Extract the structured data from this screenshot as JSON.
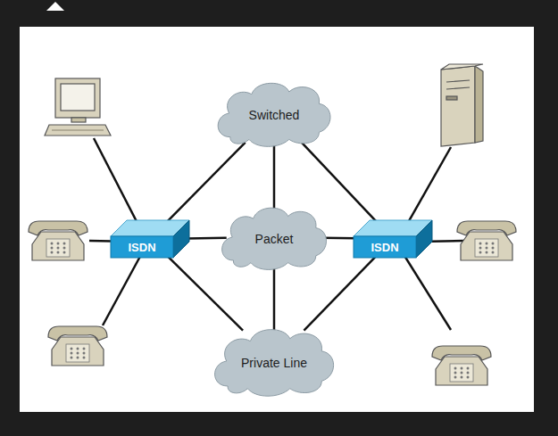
{
  "diagram": {
    "nodes": [
      {
        "text": [
          "Switched"
        ]
      },
      {
        "text": [
          "ISDN"
        ]
      },
      {
        "text": [
          "Packet"
        ]
      },
      {
        "text": [
          "ISDN"
        ]
      },
      {
        "text": [
          "Private Line"
        ]
      }
    ],
    "edges": [
      {
        "from": 1,
        "to": 0,
        "arrow": "none"
      },
      {
        "from": 1,
        "to": 2,
        "arrow": "none"
      },
      {
        "from": 1,
        "to": 4,
        "arrow": "none"
      },
      {
        "from": 0,
        "to": 3,
        "arrow": "none"
      },
      {
        "from": 2,
        "to": 3,
        "arrow": "none"
      },
      {
        "from": 4,
        "to": 3,
        "arrow": "none"
      },
      {
        "from": 0,
        "to": 2,
        "arrow": "none"
      },
      {
        "from": 2,
        "to": 4,
        "arrow": "none"
      }
    ]
  }
}
